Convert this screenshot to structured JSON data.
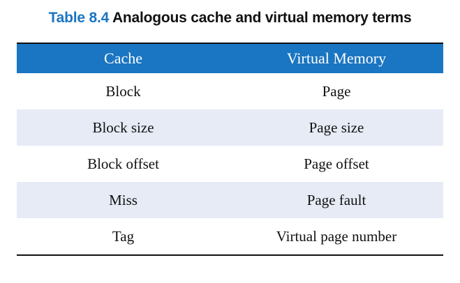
{
  "caption": {
    "label": "Table 8.4",
    "title": "Analogous cache and virtual memory terms"
  },
  "table": {
    "headers": [
      "Cache",
      "Virtual Memory"
    ],
    "rows": [
      [
        "Block",
        "Page"
      ],
      [
        "Block size",
        "Page size"
      ],
      [
        "Block offset",
        "Page offset"
      ],
      [
        "Miss",
        "Page fault"
      ],
      [
        "Tag",
        "Virtual page number"
      ]
    ]
  },
  "colors": {
    "accent": "#1a75c2",
    "row_shade": "#e6ebf6",
    "text": "#111111"
  }
}
